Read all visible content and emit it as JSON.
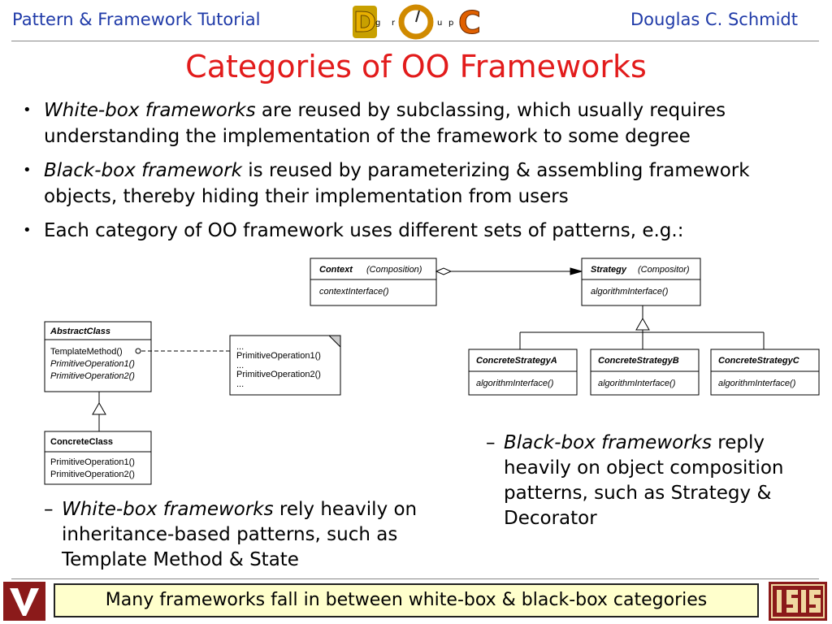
{
  "header": {
    "left": "Pattern & Framework Tutorial",
    "right": "Douglas C. Schmidt",
    "logo_letters": [
      "D",
      "g",
      "r",
      "O",
      "u",
      "p",
      "C"
    ]
  },
  "title": "Categories of OO Frameworks",
  "bullets": [
    {
      "em": "White-box frameworks",
      "rest": " are reused by subclassing, which usually requires understanding the implementation of the framework to some degree"
    },
    {
      "em": "Black-box framework",
      "rest": " is reused by parameterizing & assembling framework objects, thereby hiding their implementation from users"
    },
    {
      "em": "",
      "rest": "Each category of OO framework uses different sets of patterns, e.g.:"
    }
  ],
  "template_method_diagram": {
    "abstract_class": "AbstractClass",
    "abstract_ops": [
      "TemplateMethod()",
      "PrimitiveOperation1()",
      "PrimitiveOperation2()"
    ],
    "note_lines": [
      "...",
      "PrimitiveOperation1()",
      "...",
      "PrimitiveOperation2()",
      "..."
    ],
    "concrete_class": "ConcreteClass",
    "concrete_ops": [
      "PrimitiveOperation1()",
      "PrimitiveOperation2()"
    ]
  },
  "strategy_diagram": {
    "context": "Context",
    "context_note": "(Composition)",
    "context_op": "contextInterface()",
    "strategy": "Strategy",
    "strategy_note": "(Compositor)",
    "strategy_op": "algorithmInterface()",
    "concretes": [
      {
        "name": "ConcreteStrategyA",
        "op": "algorithmInterface()"
      },
      {
        "name": "ConcreteStrategyB",
        "op": "algorithmInterface()"
      },
      {
        "name": "ConcreteStrategyC",
        "op": "algorithmInterface()"
      }
    ]
  },
  "sub_left": {
    "dash": "–",
    "em": "White-box frameworks",
    "rest": " rely heavily on inheritance-based patterns, such as Template Method & State"
  },
  "sub_right": {
    "dash": "–",
    "em": "Black-box frameworks",
    "rest": " reply heavily on object composition patterns, such as Strategy & Decorator"
  },
  "footer": "Many frameworks fall in between white-box & black-box categories",
  "colors": {
    "header_blue": "#1f3aa8",
    "title_red": "#e21b1b",
    "footer_bg": "#ffffcc",
    "logo_maroon": "#8b1a1a"
  }
}
